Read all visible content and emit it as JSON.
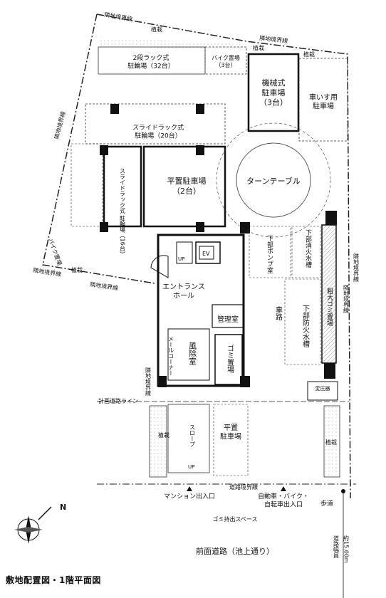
{
  "caption": "敷地配置図・1階平面図",
  "boundary": {
    "top_left": "隣地境界線",
    "top_right": "隣地境界線",
    "left": "隣地境界線",
    "bottom_left": "隣地境界線",
    "right": "隣地境界線",
    "left_lower": "隣地境界線",
    "road": "道路境界線"
  },
  "planting": "植栽",
  "rooms": {
    "bike_rack_2": "2段ラック式\n駐輪場（32台）",
    "bike_parking_3": "バイク置場\n（3台）",
    "mech_parking": "機械式\n駐車場\n（3台）",
    "wheelchair_parking": "車いす用\n駐車場",
    "slide_rack_20": "スライドラック式\n駐輪場（20台）",
    "slide_rack_16": "スライドラック式\n駐輪場（16台）",
    "flat_parking_2": "平置駐車場\n（2台）",
    "turntable": "ターンテーブル",
    "bike_parking_left": "バイク置場",
    "pump_room": "下部ポンプ室",
    "fire_tank": "下部消火水槽",
    "ev": "EV",
    "up_stair": "UP",
    "entrance": "エントランス\nホール",
    "management": "管理室",
    "mailbox": "メールコーナー",
    "windbreak": "風除室",
    "garbage": "ゴミ置場",
    "driveway": "車路",
    "fire_water": "下部防火水槽",
    "bulky_garbage": "粗大ゴミ置場",
    "transformer": "変圧器",
    "slope": "スロープ",
    "slope_up": "UP",
    "flat_parking_bottom": "平置\n駐車場"
  },
  "labels": {
    "planned_road_line": "計画道路ライン",
    "mansion_entrance": "マンション出入口",
    "vehicle_entrance": "自動車・バイク・\n自転車出入口",
    "sidewalk": "歩道",
    "garbage_space": "ゴミ持出スペース",
    "front_road": "前面道路（池上通り）",
    "road_width": "道路幅員",
    "road_width_value": "約15.00m",
    "north": "N"
  }
}
